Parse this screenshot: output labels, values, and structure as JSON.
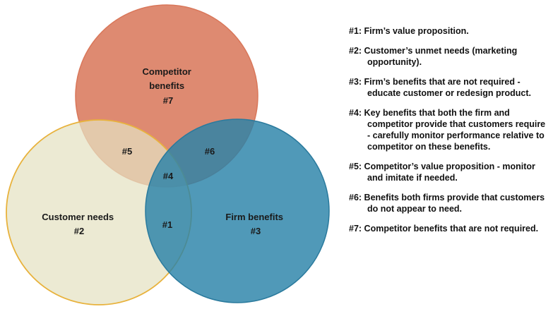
{
  "diagram": {
    "circles": [
      {
        "id": "competitor",
        "lines": [
          "Competitor",
          "benefits",
          "#7"
        ],
        "fill": "#d9775a",
        "stroke": "#d9775a"
      },
      {
        "id": "customer",
        "lines": [
          "Customer needs",
          "#2"
        ],
        "fill": "#ecebd3",
        "stroke": "#e8b23c"
      },
      {
        "id": "firm",
        "lines": [
          "Firm benefits",
          "#3"
        ],
        "fill": "#2b86ab",
        "stroke": "#2a7a9d"
      }
    ],
    "regions": {
      "r5": "#5",
      "r6": "#6",
      "r4": "#4",
      "r1": "#1"
    }
  },
  "legend": [
    "#1: Firm’s value proposition.",
    "#2: Customer’s unmet needs (marketing opportunity).",
    "#3: Firm’s benefits that are not required - educate customer or redesign product.",
    "#4: Key benefits that both the firm and competitor provide that customers require - carefully monitor performance relative to competitor on these benefits.",
    "#5: Competitor’s value proposition - monitor and imitate if needed.",
    "#6: Benefits both firms provide that customers do not appear to need.",
    "#7: Competitor benefits that are not required."
  ]
}
